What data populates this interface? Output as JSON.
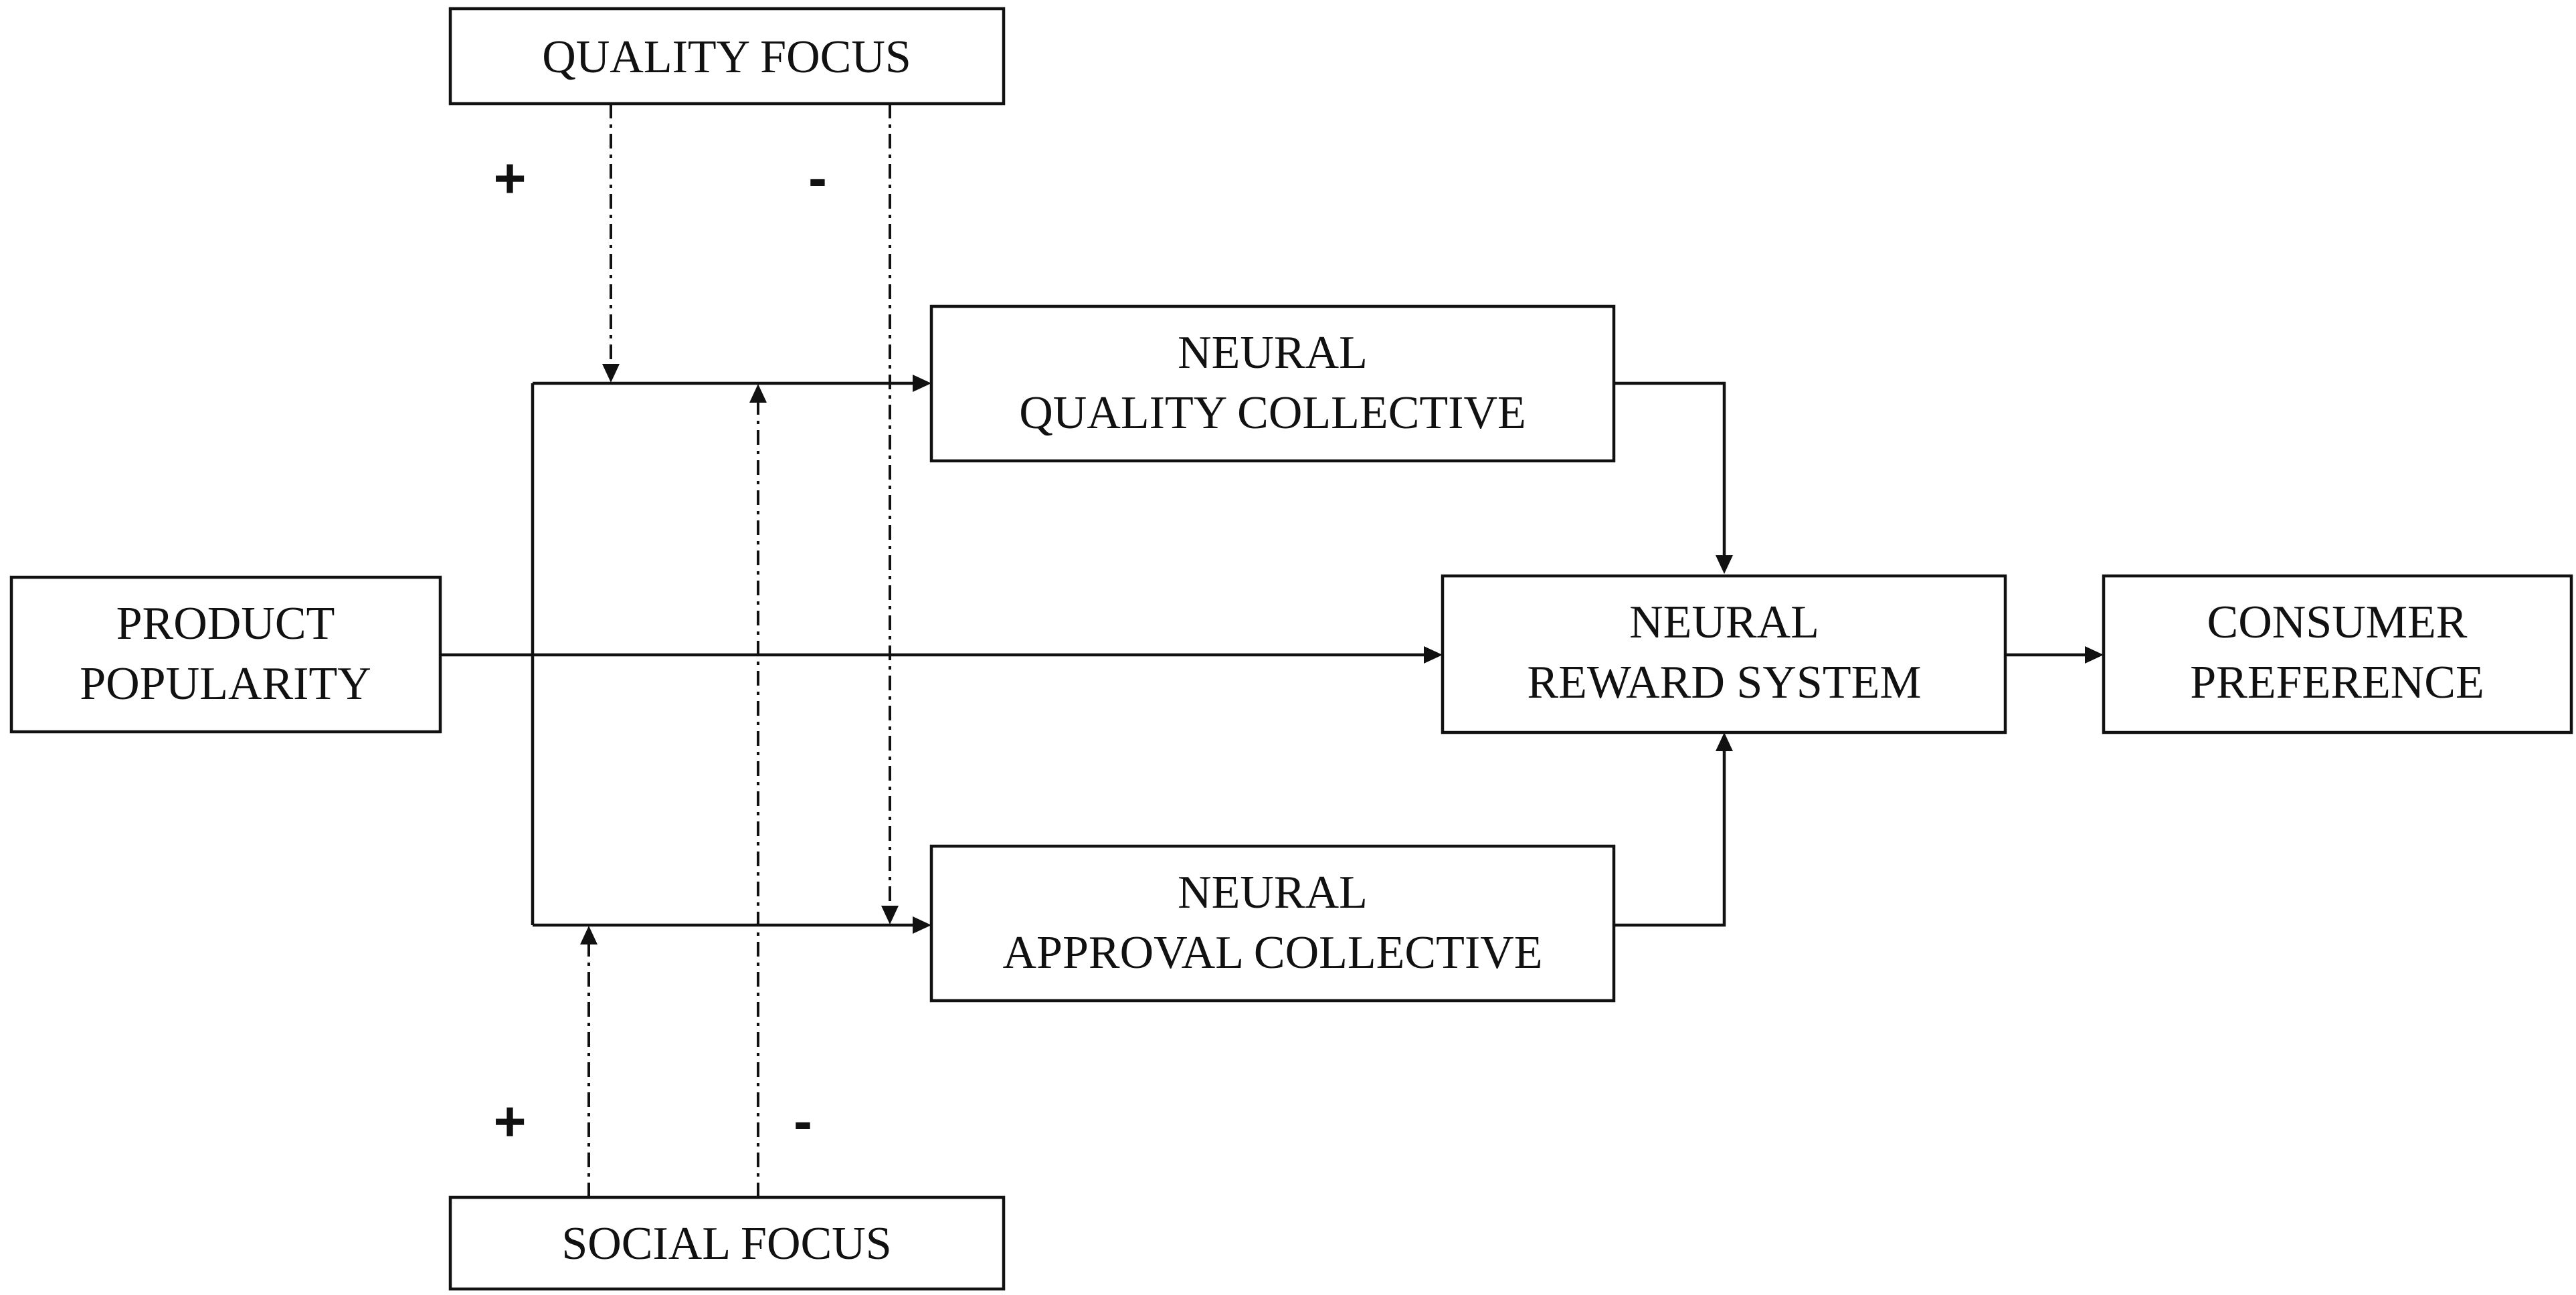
{
  "nodes": {
    "quality_focus": {
      "lines": [
        "QUALITY FOCUS"
      ]
    },
    "social_focus": {
      "lines": [
        "SOCIAL FOCUS"
      ]
    },
    "product_popularity": {
      "lines": [
        "PRODUCT",
        "POPULARITY"
      ]
    },
    "neural_quality_collective": {
      "lines": [
        "NEURAL",
        "QUALITY COLLECTIVE"
      ]
    },
    "neural_approval_collective": {
      "lines": [
        "NEURAL",
        "APPROVAL COLLECTIVE"
      ]
    },
    "neural_reward_system": {
      "lines": [
        "NEURAL",
        "REWARD SYSTEM"
      ]
    },
    "consumer_preference": {
      "lines": [
        "CONSUMER",
        "PREFERENCE"
      ]
    }
  },
  "signs": {
    "quality_plus": "+",
    "quality_minus": "-",
    "social_plus": "+",
    "social_minus": "-"
  },
  "edges": [
    {
      "from": "product_popularity",
      "to": "neural_reward_system",
      "style": "solid"
    },
    {
      "from": "product_popularity",
      "to": "neural_quality_collective",
      "style": "solid"
    },
    {
      "from": "product_popularity",
      "to": "neural_approval_collective",
      "style": "solid"
    },
    {
      "from": "neural_quality_collective",
      "to": "neural_reward_system",
      "style": "solid"
    },
    {
      "from": "neural_approval_collective",
      "to": "neural_reward_system",
      "style": "solid"
    },
    {
      "from": "neural_reward_system",
      "to": "consumer_preference",
      "style": "solid"
    },
    {
      "from": "quality_focus",
      "to": "popularity_to_quality_path",
      "style": "dash-dot",
      "sign": "+"
    },
    {
      "from": "quality_focus",
      "to": "popularity_to_approval_path",
      "style": "dash-dot",
      "sign": "-"
    },
    {
      "from": "social_focus",
      "to": "popularity_to_approval_path",
      "style": "dash-dot",
      "sign": "+"
    },
    {
      "from": "social_focus",
      "to": "popularity_to_quality_path",
      "style": "dash-dot",
      "sign": "-"
    }
  ],
  "colors": {
    "stroke": "#111111",
    "background": "#ffffff"
  }
}
